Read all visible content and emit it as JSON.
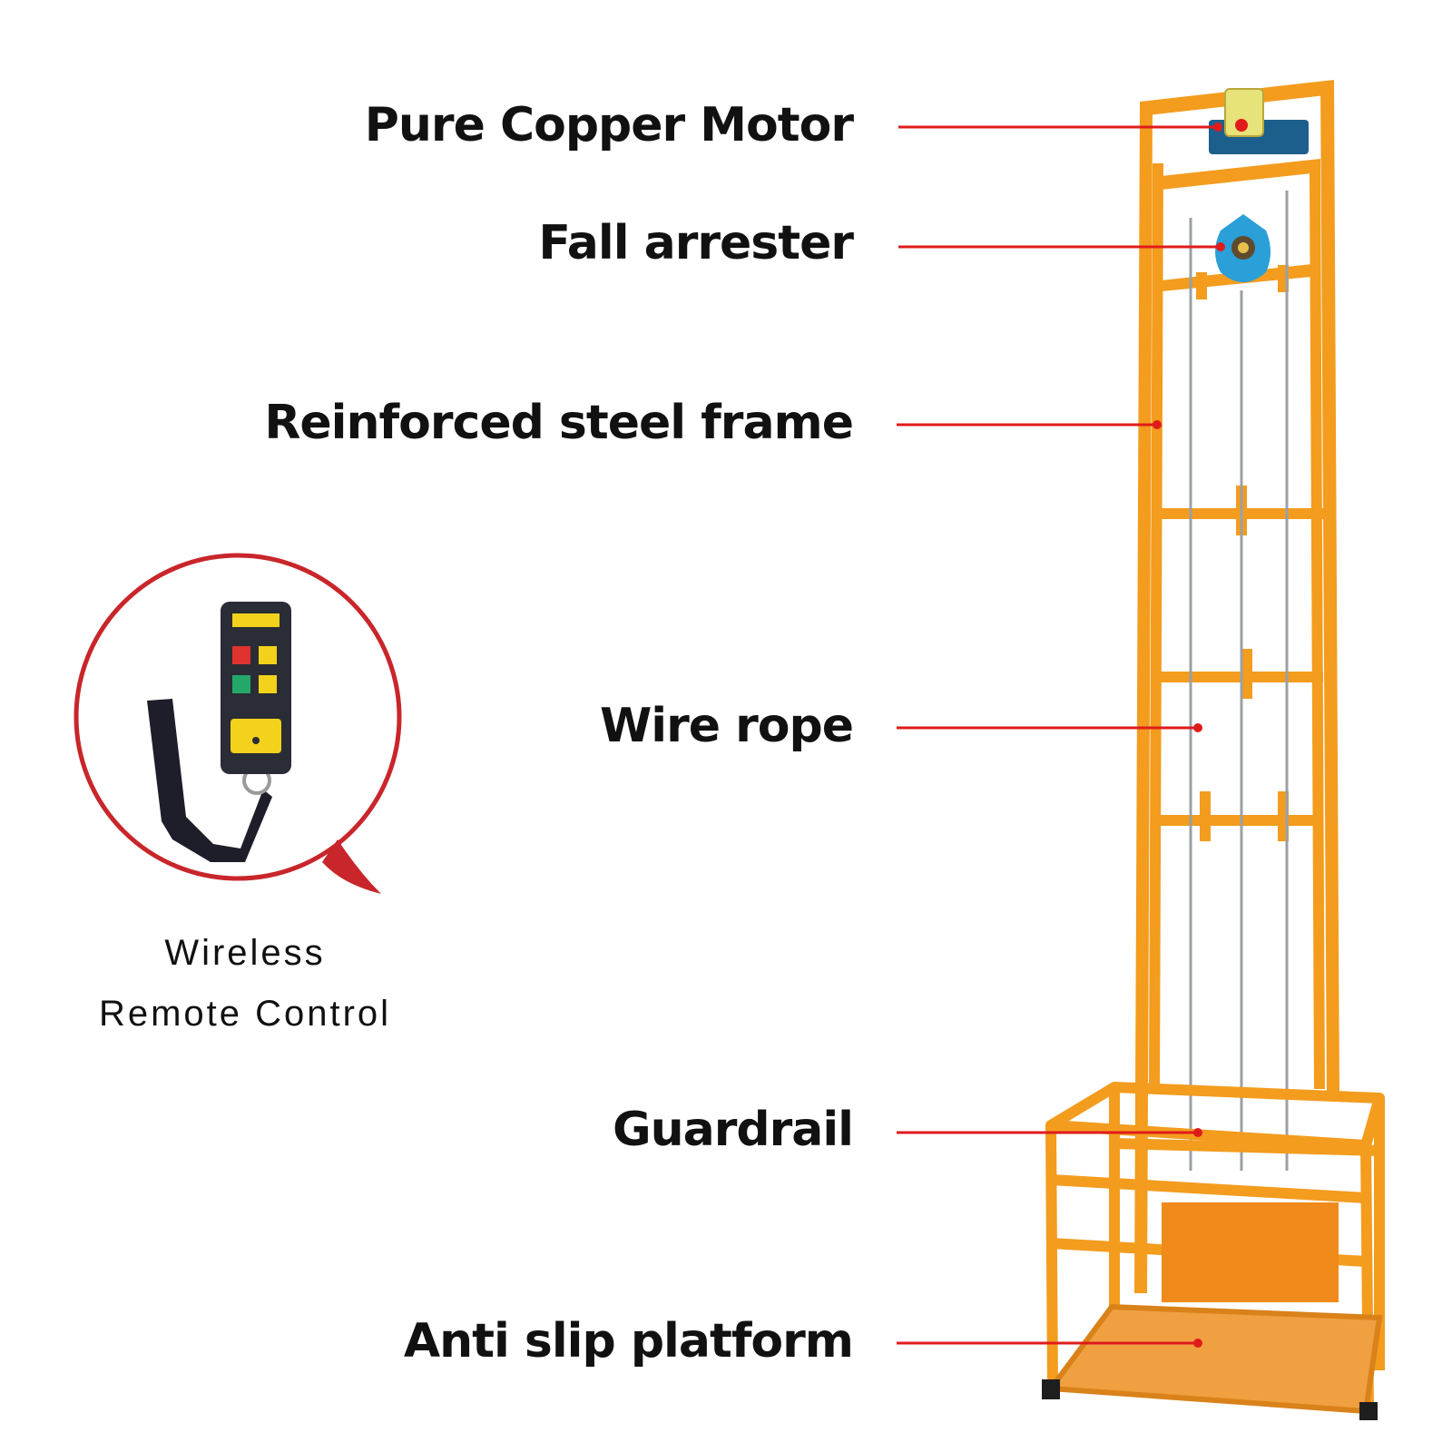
{
  "callouts": [
    {
      "id": "motor",
      "label": "Pure Copper Motor"
    },
    {
      "id": "arrester",
      "label": "Fall arrester"
    },
    {
      "id": "frame",
      "label": "Reinforced steel frame"
    },
    {
      "id": "rope",
      "label": "Wire rope"
    },
    {
      "id": "guardrail",
      "label": "Guardrail"
    },
    {
      "id": "platform",
      "label": "Anti slip platform"
    }
  ],
  "remote": {
    "caption_line1": "Wireless",
    "caption_line2": "Remote Control"
  },
  "colors": {
    "frame": "#f39c1e",
    "frame_dark": "#d9821a",
    "callout": "#e01b1b",
    "bubble": "#c8262b",
    "arrester": "#2a9fd8",
    "motor": "#1d5f8c"
  },
  "icons": [
    "remote-control-icon",
    "lift-frame-illustration"
  ]
}
